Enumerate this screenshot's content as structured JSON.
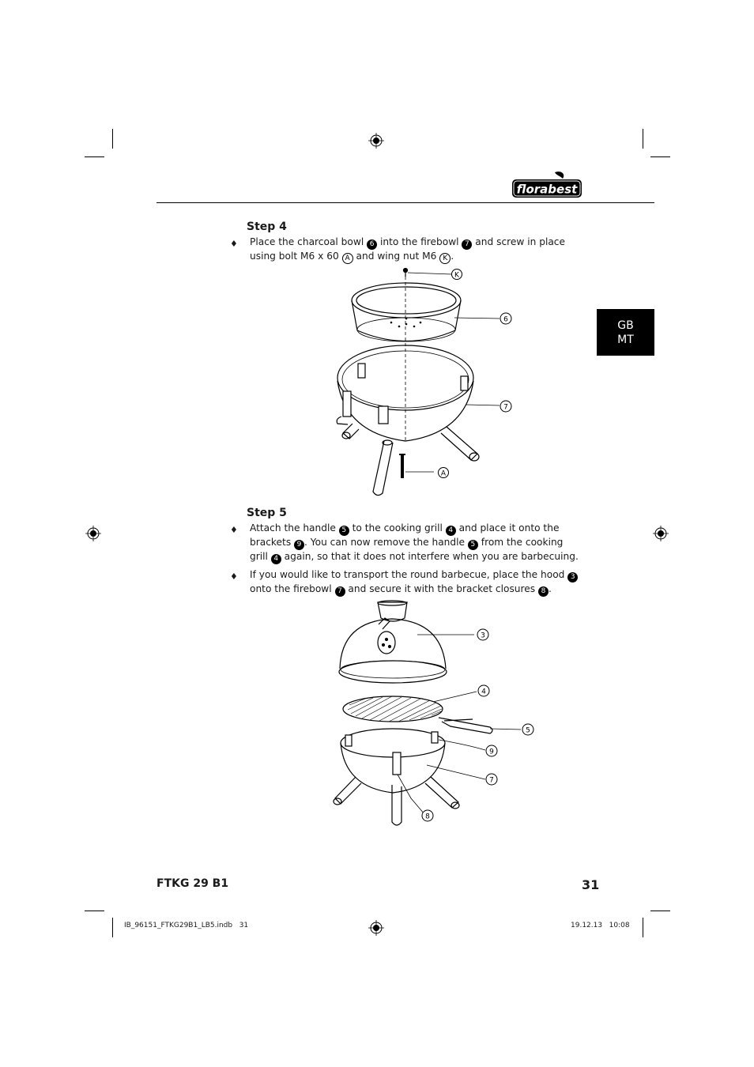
{
  "brand": {
    "logo_text": "florabest"
  },
  "language_tab": {
    "line1": "GB",
    "line2": "MT"
  },
  "step4": {
    "heading": "Step 4",
    "bullet": "♦",
    "t1": "Place the charcoal bowl ",
    "n1": "6",
    "t2": " into the firebowl ",
    "n2": "7",
    "t3": " and screw in place using bolt M6 x 60 ",
    "n3": "A",
    "t4": " and wing nut M6 ",
    "n4": "K",
    "t5": ".",
    "callouts": {
      "k": "K",
      "c6": "6",
      "c7": "7",
      "a": "A"
    }
  },
  "step5": {
    "heading": "Step 5",
    "bullet1": {
      "symbol": "♦",
      "t1": "Attach the handle ",
      "n1": "5",
      "t2": " to the cooking grill ",
      "n2": "4",
      "t3": " and place it onto the brackets ",
      "n3": "9",
      "t4": ". You can now remove the handle ",
      "n4": "5",
      "t5": " from the cooking grill ",
      "n5": "4",
      "t6": " again, so that it does not interfere when you are barbecuing."
    },
    "bullet2": {
      "symbol": "♦",
      "t1": "If you would like to transport the round barbecue, place the hood ",
      "n1": "3",
      "t2": " onto the firebowl ",
      "n2": "7",
      "t3": " and secure it with the bracket closures ",
      "n3": "8",
      "t4": "."
    },
    "callouts": {
      "c3": "3",
      "c4": "4",
      "c5": "5",
      "c9": "9",
      "c7": "7",
      "c8": "8"
    }
  },
  "footer": {
    "model": "FTKG 29 B1",
    "page_number": "31",
    "file_name": "IB_96151_FTKG29B1_LB5.indb   31",
    "date_time": "19.12.13   10:08"
  }
}
